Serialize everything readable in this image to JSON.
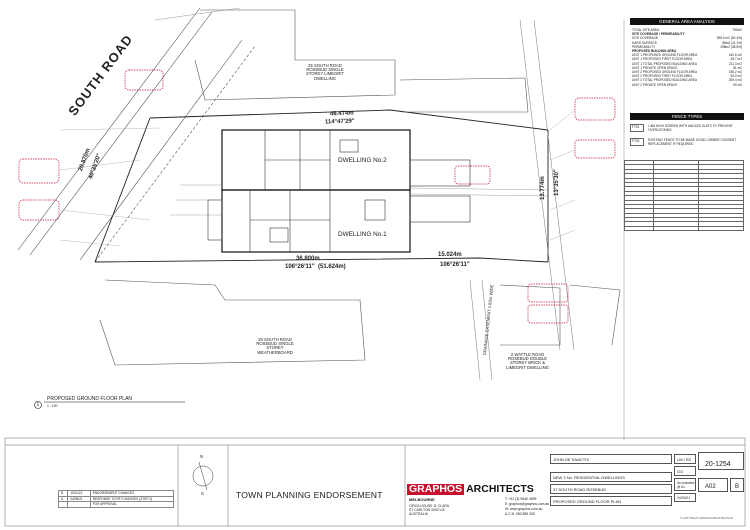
{
  "drawing": {
    "road_name": "SOUTH ROAD",
    "dwelling_2": "DWELLING No.2",
    "dwelling_1": "DWELLING No.1",
    "dim_top": "46.474m",
    "bearing_top": "114°47'29\"",
    "dim_bottom": "36.800m",
    "bearing_bottom": "106°26'11\"",
    "dim_bottom_alt": "(51.624m)",
    "dim_bottom_right": "15.024m",
    "bearing_bottom_right": "106°26'11\"",
    "dim_left": "20.870m",
    "bearing_left": "40°35'20\"",
    "dim_right": "13.774m",
    "bearing_right": "13°35'30\"",
    "neighbour_top": "25 SOUTH ROAD ROSEBUD SINGLE STOREY LIMEGRIT DWELLING",
    "neighbour_bottom": "26 SOUTH ROAD ROSEBUD SINGLE STOREY WEATHERBOARD",
    "neighbour_right": "2 WATTLE ROAD ROSEBUD DOUBLE STOREY BRICK & LIMEGRIT DWELLING",
    "easement": "DRAINAGE EASEMENT 1.83m WIDE",
    "plan_title": "PROPOSED GROUND FLOOR PLAN",
    "plan_number": "1",
    "plan_scale": "1 : 100"
  },
  "area_analysis": {
    "title": "GENERAL AREA ANALYSIS",
    "rows": [
      {
        "label": "TOTAL SITE AREA",
        "value": "790m2"
      },
      {
        "label": "SITE COVERAGE / PERMEABILITY",
        "value": ""
      },
      {
        "label": "SITE COVERAGE",
        "value": "398.5 m2 (50.4%)"
      },
      {
        "label": "HARD SURFACE",
        "value": "88m2 (11.1%)"
      },
      {
        "label": "PERMEABILITY",
        "value": "298m2 (38.5%)"
      },
      {
        "label": "PROPOSED BUILDING AREA",
        "value": ""
      },
      {
        "label": "UNIT 1 PROPOSED GROUND FLOOR AREA",
        "value": "162.6 m2"
      },
      {
        "label": "UNIT 1 PROPOSED FIRST FLOOR AREA",
        "value": "48.7 m2"
      },
      {
        "label": "UNIT 1 TOTAL PROPOSED BUILDING AREA",
        "value": "211.3 m2"
      },
      {
        "label": "UNIT 1 PRIVATE OPEN SPACE",
        "value": "81 m2"
      },
      {
        "label": "UNIT 2 PROPOSED GROUND FLOOR AREA",
        "value": "156.2 m2"
      },
      {
        "label": "UNIT 2 PROPOSED FIRST FLOOR AREA",
        "value": "53.2 m2"
      },
      {
        "label": "UNIT 2 TOTAL PROPOSED BUILDING AREA",
        "value": "209.4 m2"
      },
      {
        "label": "UNIT 2 PRIVATE OPEN SPACE",
        "value": "90 m2"
      }
    ]
  },
  "fence_types": {
    "title": "FENCE TYPES",
    "rows": [
      {
        "code": "FT01",
        "text": "1.8M HIGH SCREEN WITH ANGLED SLATS TO PREVENT OVERLOOKING"
      },
      {
        "code": "FT02",
        "text": "EXISTING FENCE TO BE MADE GOOD, OWNER CONSENT REPLACEMENT IF REQUIRED"
      }
    ]
  },
  "schedule": {
    "rows": 16
  },
  "revisions": [
    {
      "rev": "B",
      "date": "10/11/21",
      "text": "ENDORSEMENT CHANGES"
    },
    {
      "rev": "A",
      "date": "04/08/21",
      "text": "RESPONSE TO RFI CHANGES (STEP 2)"
    },
    {
      "rev": "",
      "date": "",
      "text": "FOR APPROVAL"
    }
  ],
  "title_block": {
    "stage": "TOWN PLANNING ENDORSEMENT",
    "logo_left": "GRAPHOS",
    "logo_right": "ARCHITECTS",
    "office": "MELBOURNE",
    "address": "CIRCA HOUSE 11 CLARA ST CARLTON 3053 VIC AUSTRALIA",
    "phone": "T: +61 (3) 9646 4699",
    "email": "E: graphos@graphos.com.au",
    "web": "W: www.graphos.com.au",
    "abn": "A.C.N. 082 889 205",
    "client": "JOHN DE SANCTIS",
    "project": "NEW 2 No. RESIDENTIAL DWELLINGS",
    "address_site": "37 SOUTH ROAD ROSEBUD",
    "drawing_title": "PROPOSED GROUND FLOOR PLAN",
    "drawn": "LM / RZ",
    "checked": "GG",
    "scale": "As indicated @ A1",
    "date": "24/03/21",
    "job_no": "20-1254",
    "drawing_no": "A02",
    "revision": "B",
    "copyright": "© COPYRIGHT GRAPHOS ARCHITECTS P/L"
  },
  "compass": {
    "n": "N",
    "s": "S"
  }
}
